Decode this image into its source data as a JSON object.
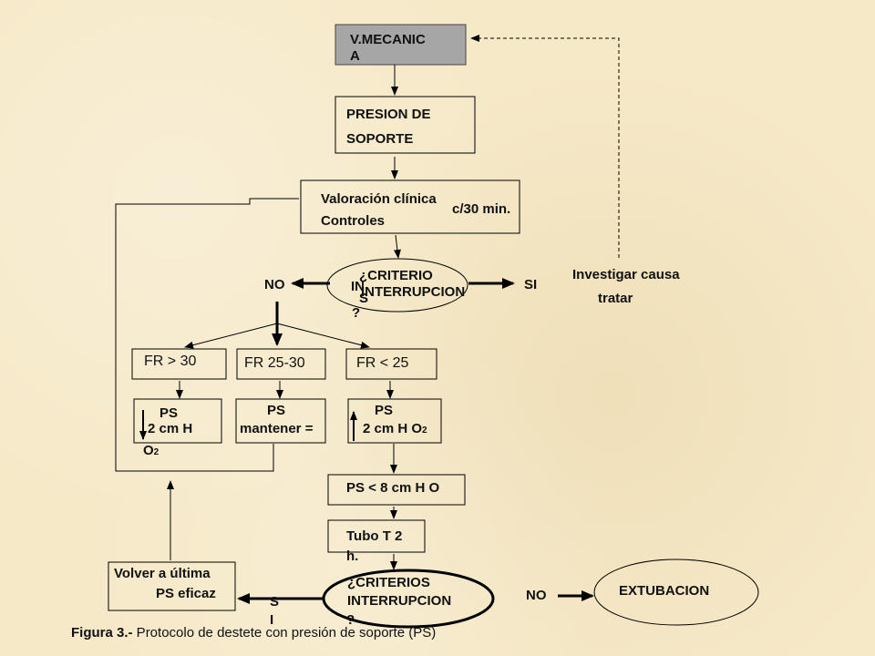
{
  "diagram": {
    "vmecanica": {
      "line1": "V.MECANIC",
      "line2": "A"
    },
    "presion": {
      "line1": "PRESION DE",
      "line2": "SOPORTE"
    },
    "valoracion": {
      "line1": "Valoración clínica",
      "line2": "Controles",
      "interval": "c/30 min."
    },
    "criterio1": {
      "q": "¿CRITERIO",
      "s": "S",
      "in": "IN",
      "line2": "INTERRUPCION",
      "end": "?",
      "no": "NO",
      "si": "SI"
    },
    "investigar": {
      "line1": "Investigar causa",
      "line2": "tratar"
    },
    "fr_high": "FR > 30",
    "fr_mid": "FR 25-30",
    "fr_low": "FR < 25",
    "ps_down": {
      "title": "PS",
      "value": "2 cm H",
      "unit": "O",
      "sub": "2"
    },
    "ps_keep": {
      "title": "PS",
      "value": "mantener ="
    },
    "ps_up": {
      "title": "PS",
      "value": "2 cm H O",
      "sub": "2"
    },
    "ps_low": "PS < 8 cm H O",
    "tubo": {
      "line1": "Tubo T 2",
      "line2": "h."
    },
    "volver": {
      "line1": "Volver a última",
      "line2": "PS eficaz"
    },
    "criterio2": {
      "q": "¿CRITERIOS",
      "line2": "INTERRUPCION",
      "end": "?",
      "si_1": "S",
      "si_2": "I",
      "no": "NO"
    },
    "extubacion": "EXTUBACION"
  },
  "caption": {
    "label": "Figura 3.-",
    "text": " Protocolo de destete con presión de soporte (PS)"
  },
  "colors": {
    "background": "#f6e9c8",
    "box_gray": "#a6a6a6",
    "stroke": "#000000"
  }
}
